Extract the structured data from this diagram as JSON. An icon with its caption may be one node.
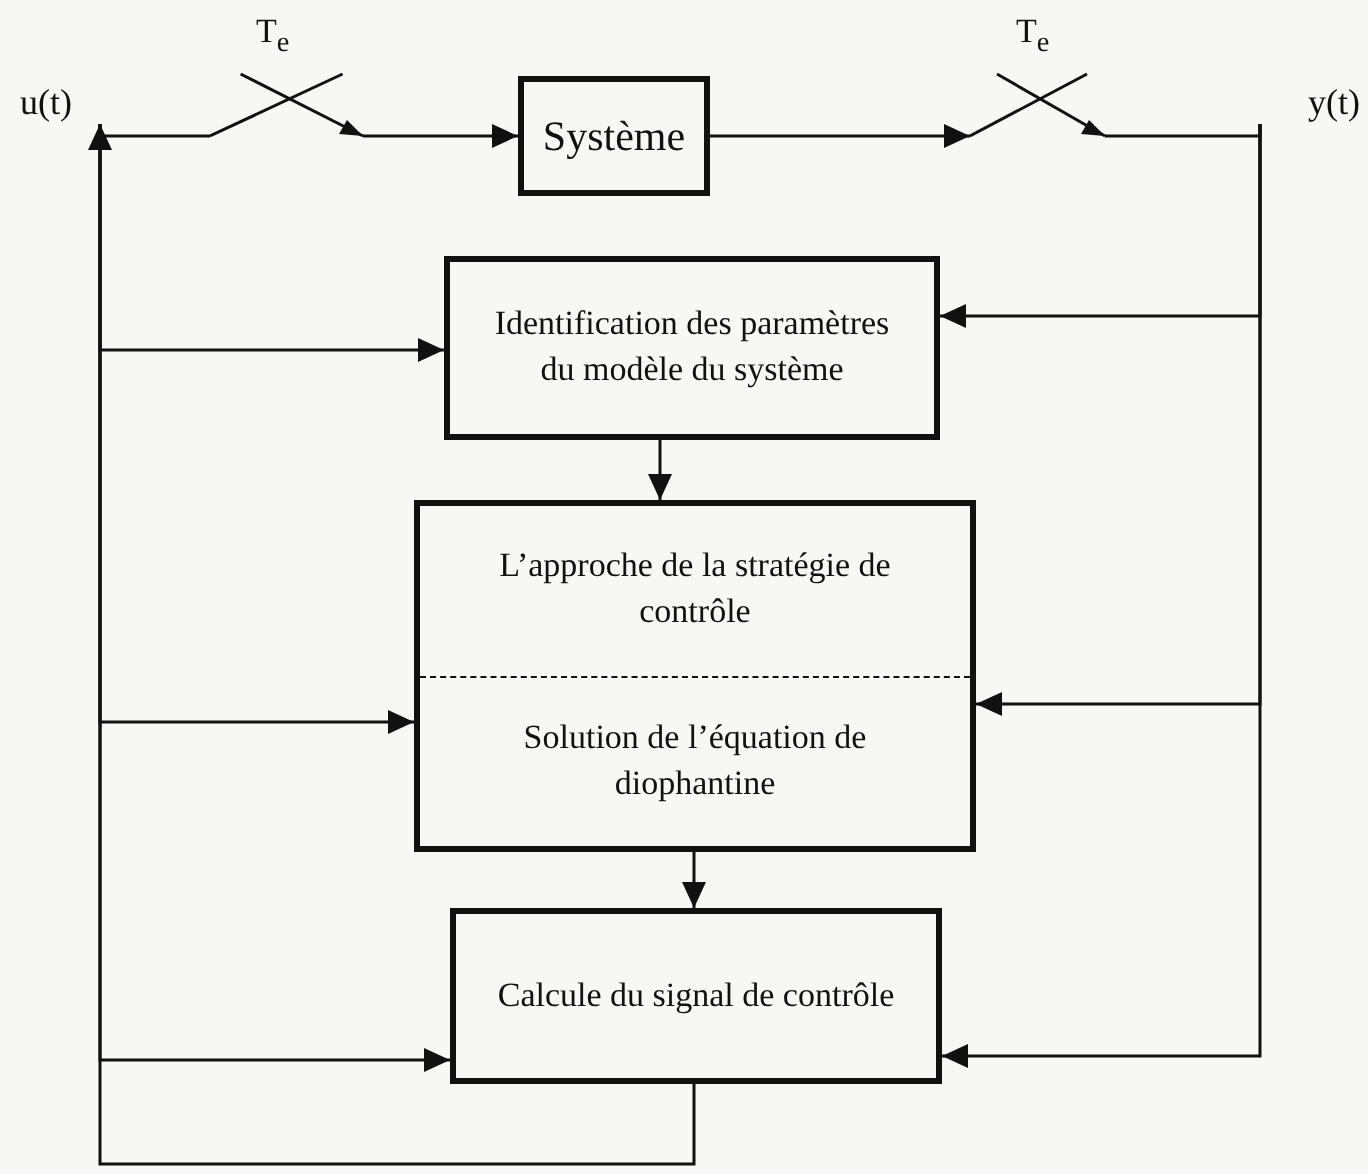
{
  "diagram": {
    "nodes": [
      {
        "text": [
          "u(t)"
        ]
      },
      {
        "text": [],
        "shape": "switch",
        "beside": [
          "T$_{e}$"
        ]
      },
      {
        "text": [
          "Système"
        ]
      },
      {
        "text": [],
        "shape": "switch",
        "beside": [
          "T$_{e}$"
        ]
      },
      {
        "text": [
          "y(t)"
        ]
      },
      {
        "text": [
          "Identification des paramètres du modèle du système"
        ]
      },
      {
        "text": [
          "L’approche de la stratégie de contrôle",
          "Solution de l’équation de diophantine"
        ]
      },
      {
        "text": [
          "Calcule du signal de contrôle"
        ]
      }
    ],
    "edges": [
      {
        "from": 0,
        "to": 1,
        "arrow": "none"
      },
      {
        "from": 1,
        "to": 2,
        "arrow": "to"
      },
      {
        "from": 2,
        "to": 3,
        "arrow": "to"
      },
      {
        "from": 3,
        "to": 4,
        "arrow": "none"
      },
      {
        "from": 4,
        "to": 5,
        "arrow": "to"
      },
      {
        "from": 4,
        "to": 6,
        "arrow": "to"
      },
      {
        "from": 4,
        "to": 7,
        "arrow": "to"
      },
      {
        "from": 0,
        "to": 5,
        "arrow": "to"
      },
      {
        "from": 0,
        "to": 6,
        "arrow": "to"
      },
      {
        "from": 0,
        "to": 7,
        "arrow": "to"
      },
      {
        "from": 5,
        "to": 6,
        "arrow": "to"
      },
      {
        "from": 6,
        "to": 7,
        "arrow": "to"
      },
      {
        "from": 7,
        "to": 0,
        "arrow": "to"
      }
    ]
  }
}
